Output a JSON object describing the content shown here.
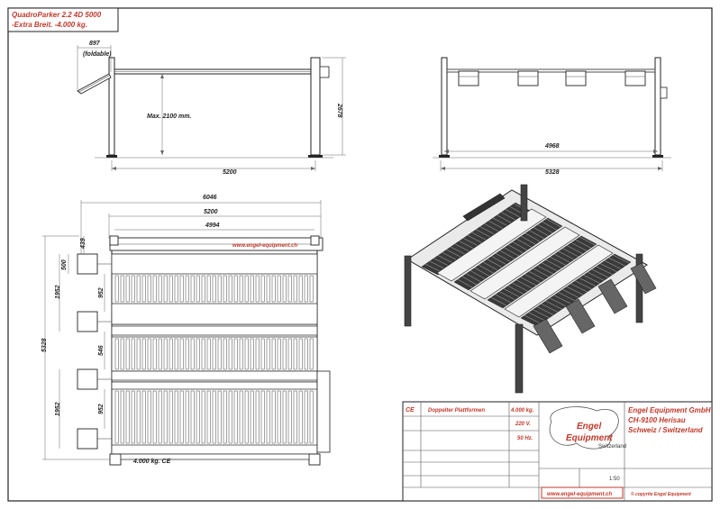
{
  "title_box": {
    "line1": "QuadroParker 2.2 4D 5000",
    "line2": "-Extra Breit.    -4.000 kg."
  },
  "side_view": {
    "dim_fold": "897",
    "dim_fold_note": "(foldable)",
    "dim_clearance": "Max. 2100 mm.",
    "dim_height": "2678",
    "dim_length": "5200"
  },
  "front_view": {
    "dim_inner": "4968",
    "dim_outer": "5328"
  },
  "plan_view": {
    "dim_total_length": "6046",
    "dim_length": "5200",
    "dim_inner": "4994",
    "dim_top": "439",
    "dim_ramp": "500",
    "dim_platform_a": "1952",
    "dim_gap_a": "952",
    "dim_mid": "546",
    "dim_platform_b": "1952",
    "dim_gap_b": "952",
    "dim_width": "5328",
    "website": "www.engel-equipment.ch",
    "bottom_label": "4.000 kg.   CE"
  },
  "title_block": {
    "ce": "CE",
    "description": "Doppelter Plattformen",
    "spec_load": "4.000 kg.",
    "spec_voltage": "220 V.",
    "spec_freq": "50 Hz.",
    "logo_line1": "Engel",
    "logo_line2": "Equipment",
    "logo_sub": "Switzerland",
    "company": "Engel Equipment GmbH",
    "address1": "CH-9100   Herisau",
    "address2": "Schweiz / Switzerland",
    "scale": "1:50",
    "website": "www.engel-equipment.ch",
    "copyright": "© copyrite  Engel Equipment"
  },
  "colors": {
    "accent": "#c0392b",
    "line": "#222222",
    "deck": "#555555"
  }
}
